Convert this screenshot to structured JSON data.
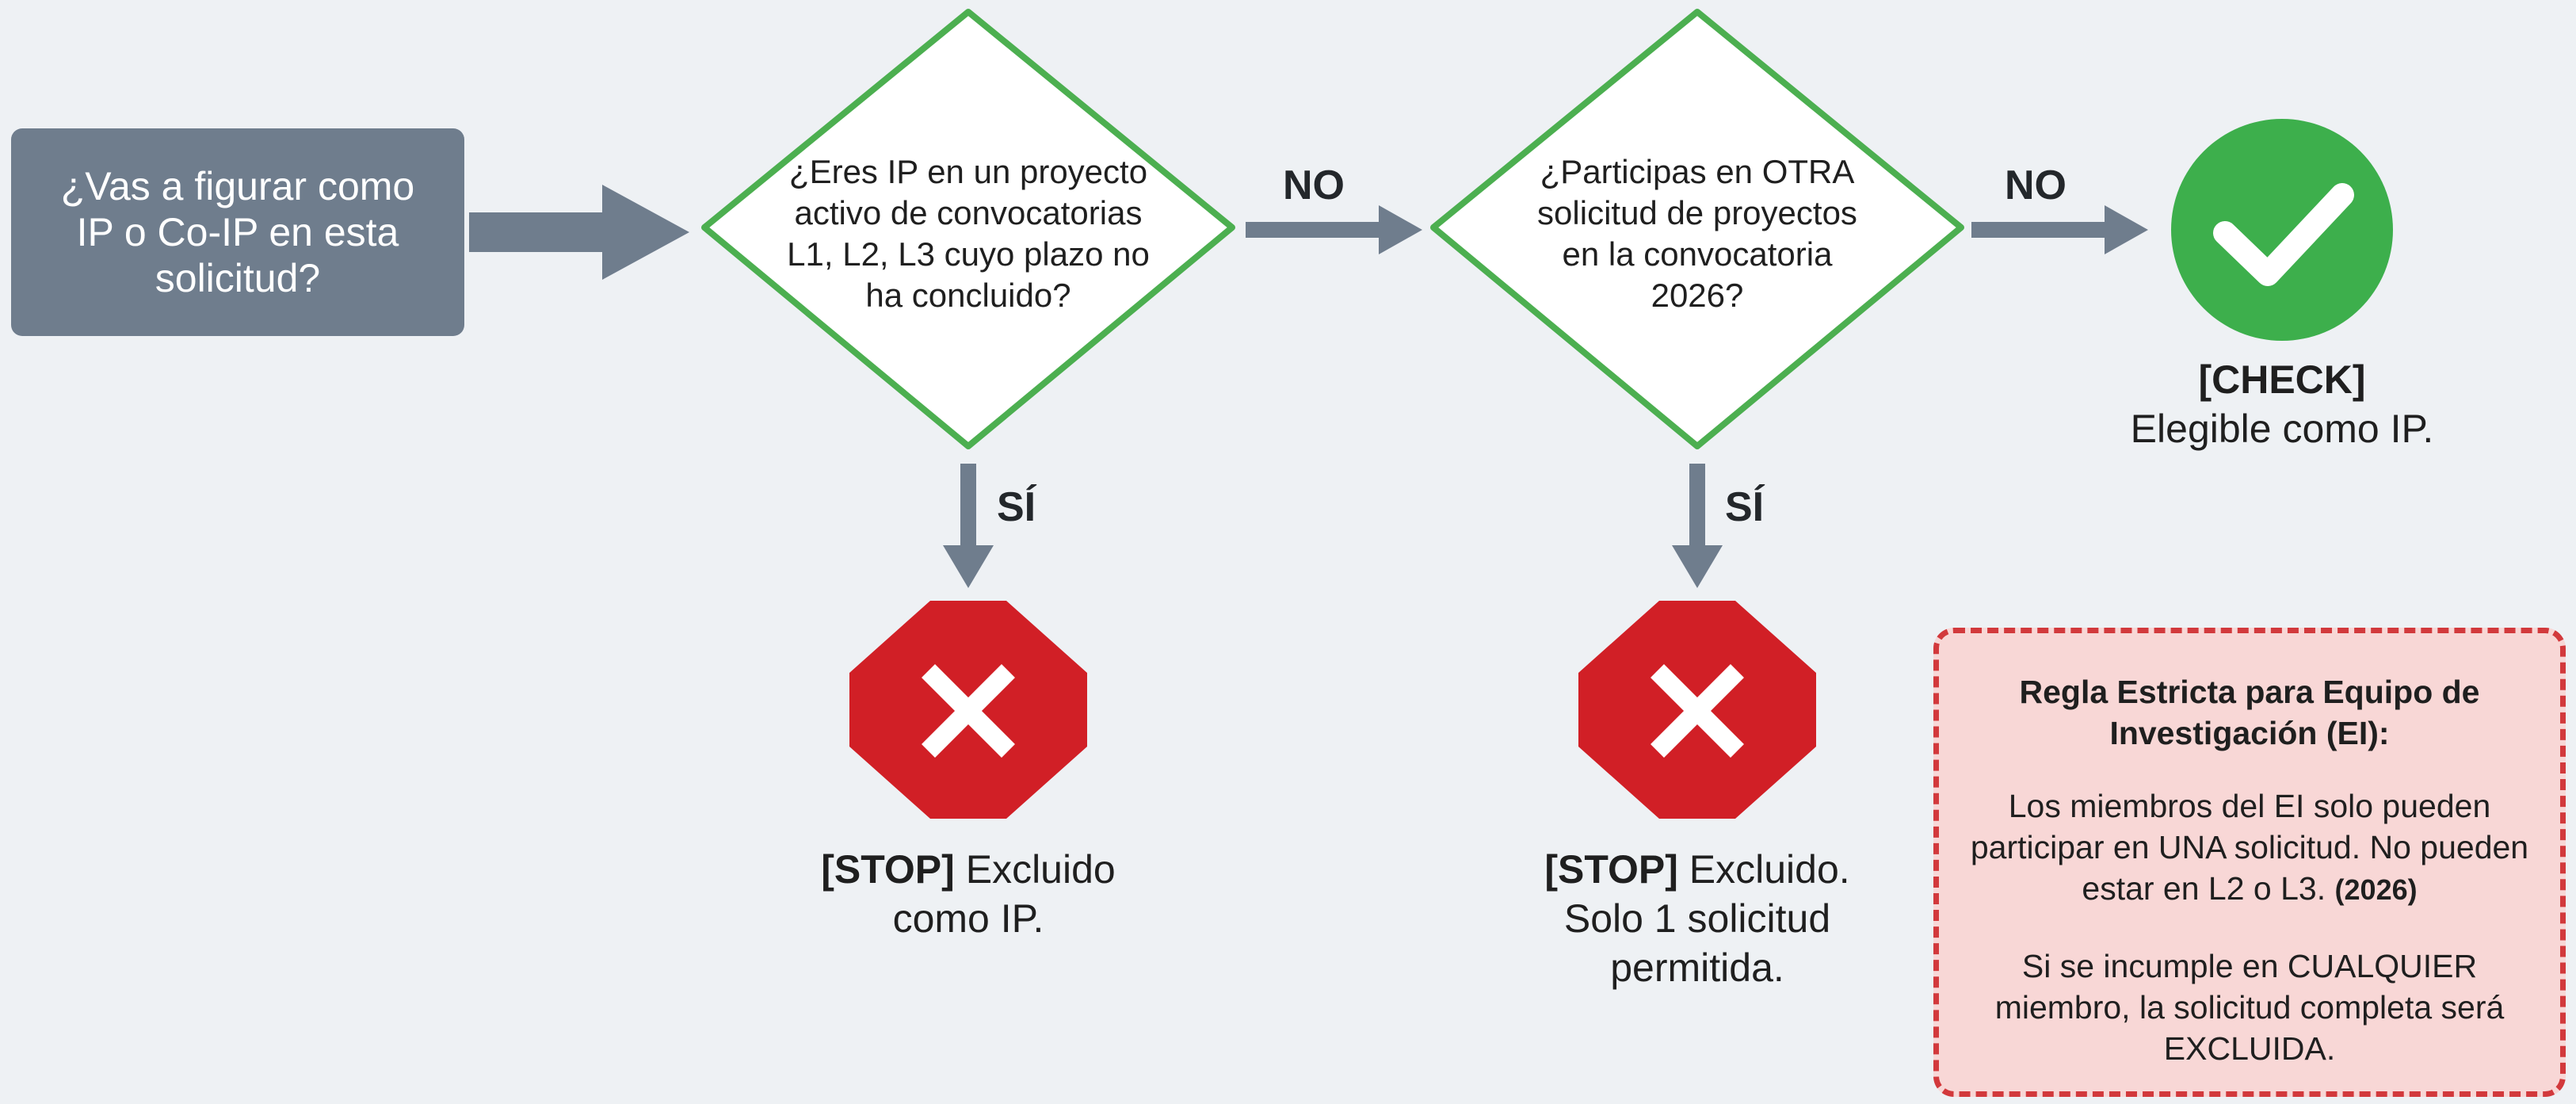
{
  "start": {
    "text": "¿Vas a figurar como IP o Co-IP en esta solicitud?"
  },
  "decision1": {
    "text": "¿Eres IP en un proyecto activo de convocatorias L1, L2, L3 cuyo plazo no ha concluido?"
  },
  "decision2": {
    "text": "¿Participas en OTRA solicitud de proyectos en la convocatoria 2026?"
  },
  "labels": {
    "no1": "NO",
    "no2": "NO",
    "yes1": "SÍ",
    "yes2": "SÍ"
  },
  "stop1": {
    "tag": "[STOP]",
    "text": "Excluido como IP."
  },
  "stop2": {
    "tag": "[STOP]",
    "text": "Excluido. Solo 1 solicitud permitida."
  },
  "check": {
    "tag": "[CHECK]",
    "text": "Elegible como IP."
  },
  "rule": {
    "title": "Regla Estricta para Equipo de Investigación (EI):",
    "p1": "Los miembros del EI solo pueden participar en UNA solicitud. No pueden estar en L2 o L3.",
    "p1_note": "(2026)",
    "p2": "Si se incumple en CUALQUIER miembro, la solicitud completa será EXCLUIDA."
  },
  "colors": {
    "background": "#eef1f4",
    "start_box": "#6f7d8d",
    "arrow": "#6f7d8d",
    "diamond_border": "#4caf50",
    "stop": "#d11f26",
    "check": "#3daf4c",
    "rule_border": "#d2393c",
    "rule_fill": "#f8d7d6"
  },
  "icons": {
    "stop": "x-icon",
    "check": "checkmark-icon"
  }
}
